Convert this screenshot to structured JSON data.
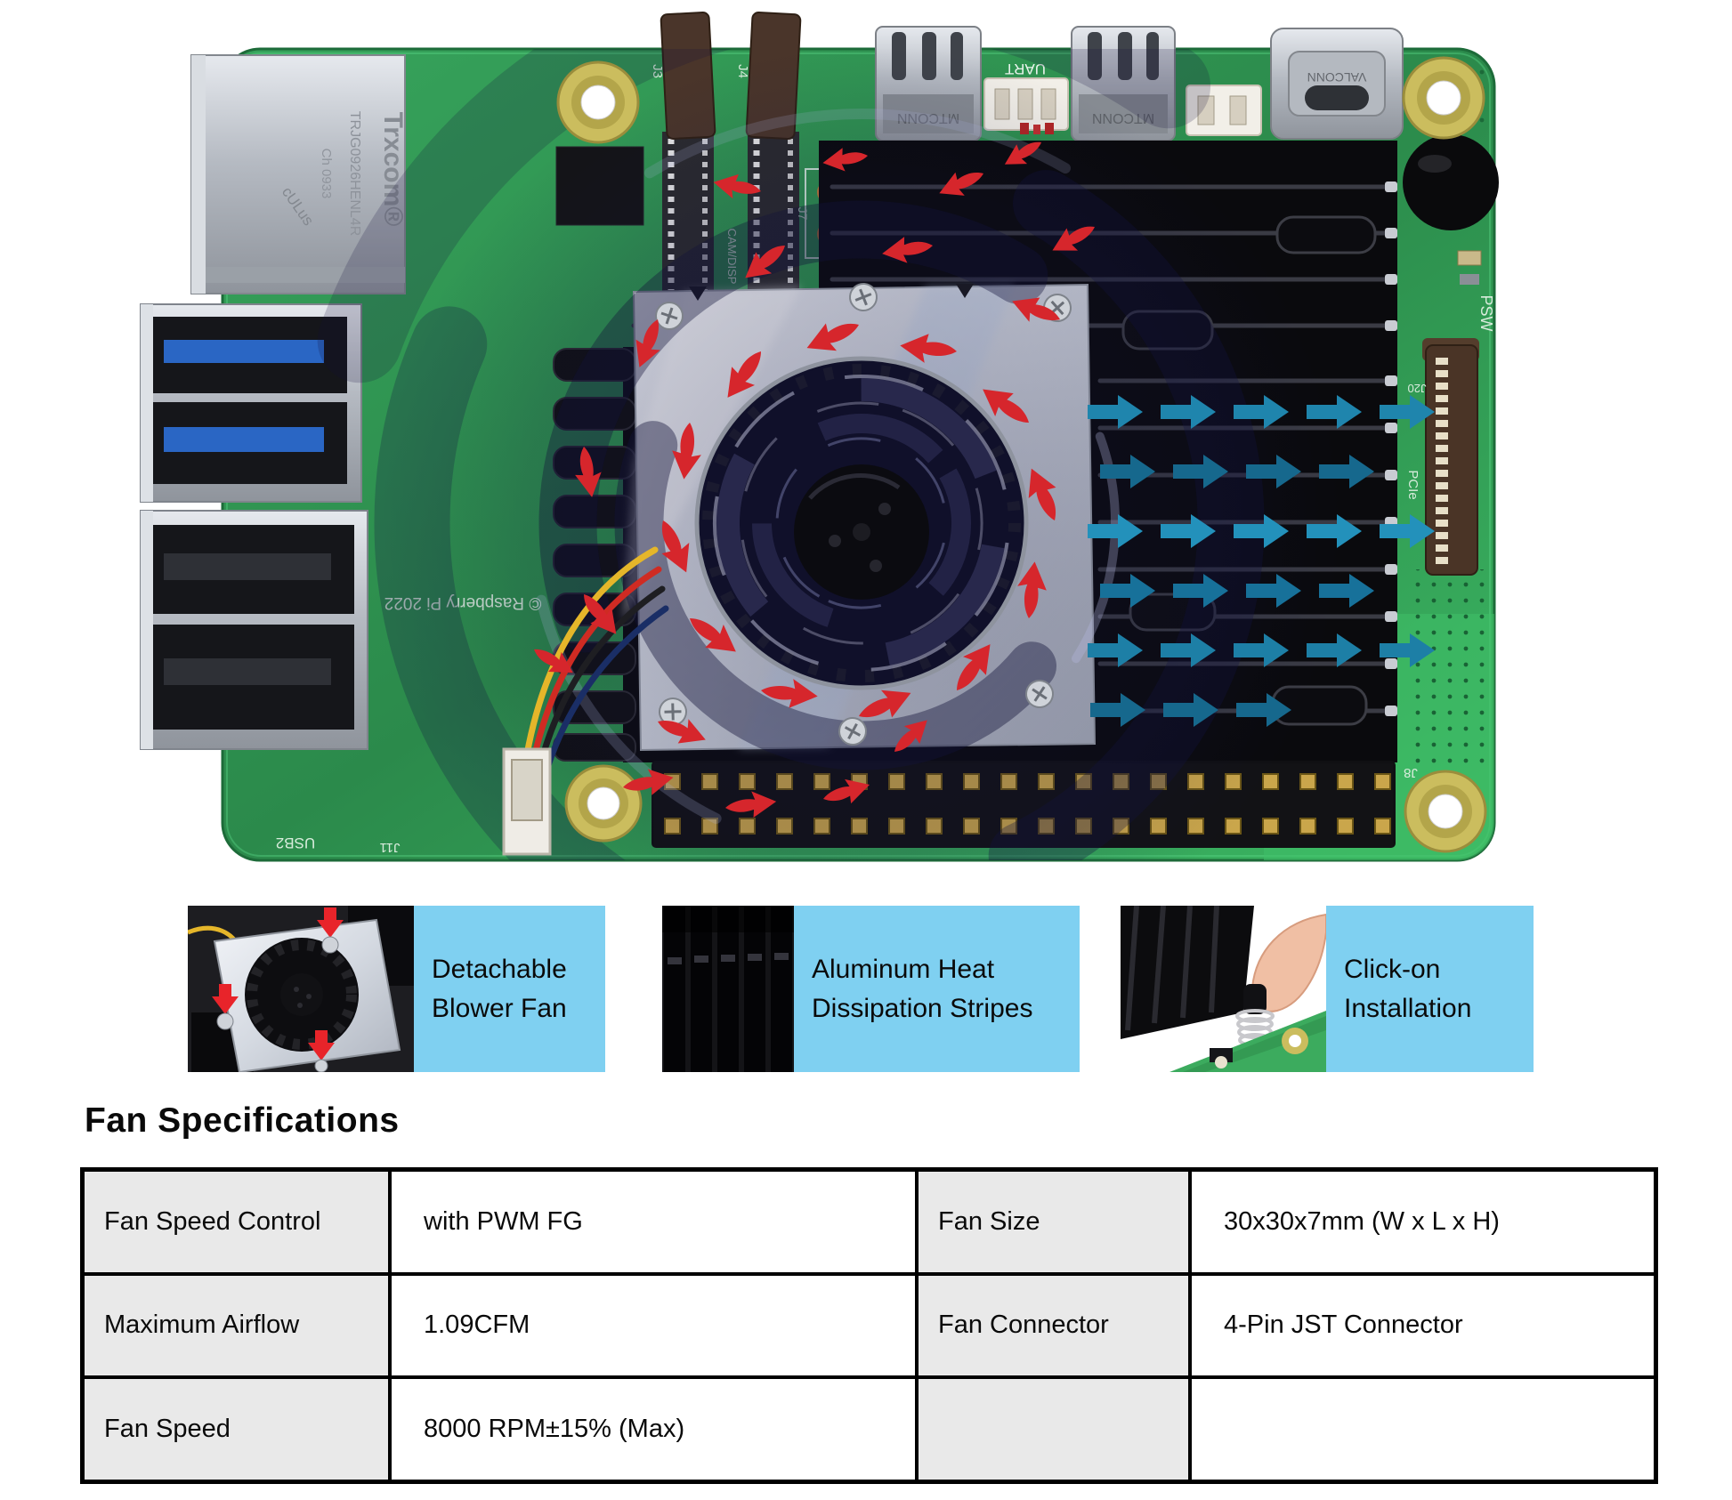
{
  "colors": {
    "pcb_green": "#2e8f4d",
    "heatsink_black": "#0b0b0f",
    "arrow_red": "#d6262c",
    "arrow_teal": "#1d7fa6",
    "callout_bg": "#7fd0f1",
    "table_label_bg": "#e9e9e9",
    "table_border": "#000000"
  },
  "board": {
    "silkscreen": {
      "ethernet_brand": "Trxcom®",
      "ethernet_model": "TRJG0926HENL4R",
      "ethernet_serial": "Ch 0933",
      "ethernet_cert": "cULus",
      "j3": "J3",
      "j4": "J4",
      "cam_disp": "CAM/DISP",
      "j7": "J7",
      "uart": "UART",
      "hdmi1_brand": "MTCONN",
      "hdmi2_brand": "MTCONN",
      "usbc_brand": "VALCONN",
      "psw": "PSW",
      "j20": "J20",
      "pcie": "PCIe",
      "j8": "J8",
      "usb2": "USB2",
      "j11": "J11",
      "copyright": "© Raspberry Pi 2022"
    }
  },
  "callouts": [
    {
      "line1": "Detachable",
      "line2": "Blower Fan"
    },
    {
      "line1": "Aluminum Heat",
      "line2": "Dissipation Stripes"
    },
    {
      "line1": "Click-on",
      "line2": "Installation"
    }
  ],
  "spec_table": {
    "heading": "Fan Specifications",
    "rows": [
      {
        "c1": "Fan Speed Control",
        "c2": "with PWM FG",
        "c3": "Fan Size",
        "c4": "30x30x7mm (W x L x H)"
      },
      {
        "c1": "Maximum Airflow",
        "c2": "1.09CFM",
        "c3": "Fan Connector",
        "c4": "4-Pin JST Connector"
      },
      {
        "c1": "Fan Speed",
        "c2": "8000 RPM±15% (Max)",
        "c3": "",
        "c4": ""
      }
    ]
  }
}
